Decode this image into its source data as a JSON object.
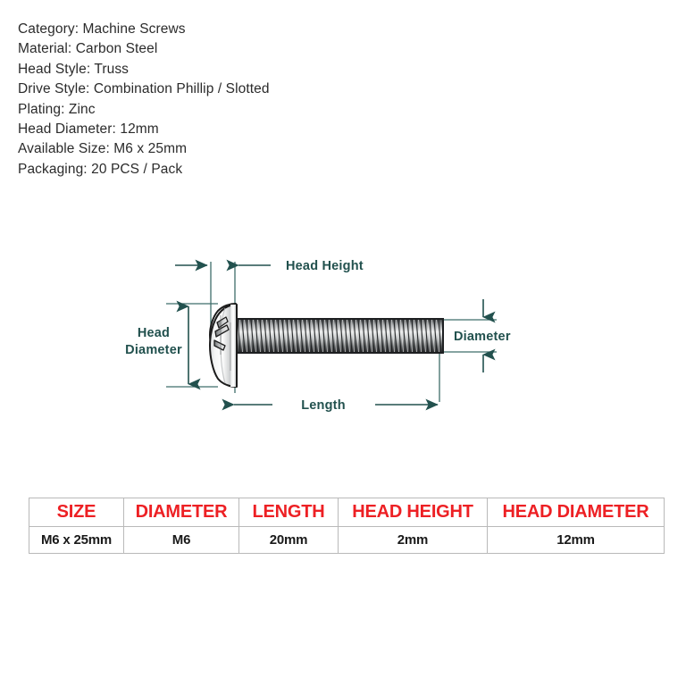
{
  "specs": {
    "lines": [
      "Category: Machine Screws",
      "Material: Carbon Steel",
      "Head Style: Truss",
      "Drive Style: Combination Phillip / Slotted",
      "Plating: Zinc",
      "Head Diameter: 12mm",
      "Available Size: M6 x 25mm",
      "Packaging: 20 PCS / Pack"
    ]
  },
  "diagram": {
    "labels": {
      "head_height": "Head Height",
      "head_diameter_line1": "Head",
      "head_diameter_line2": "Diameter",
      "diameter": "Diameter",
      "length": "Length"
    },
    "colors": {
      "dimension": "#22514e",
      "screw_outline": "#1c1c1c",
      "screw_body_light": "#f2f2f2",
      "screw_body_mid": "#c9cbcc",
      "screw_body_dark": "#6e7173"
    }
  },
  "table": {
    "headers": [
      "SIZE",
      "DIAMETER",
      "LENGTH",
      "HEAD HEIGHT",
      "HEAD DIAMETER"
    ],
    "rows": [
      [
        "M6 x 25mm",
        "M6",
        "20mm",
        "2mm",
        "12mm"
      ]
    ],
    "colors": {
      "header_text": "#ed2024",
      "body_text": "#1a1a1a",
      "border": "#b9b9b9"
    }
  }
}
